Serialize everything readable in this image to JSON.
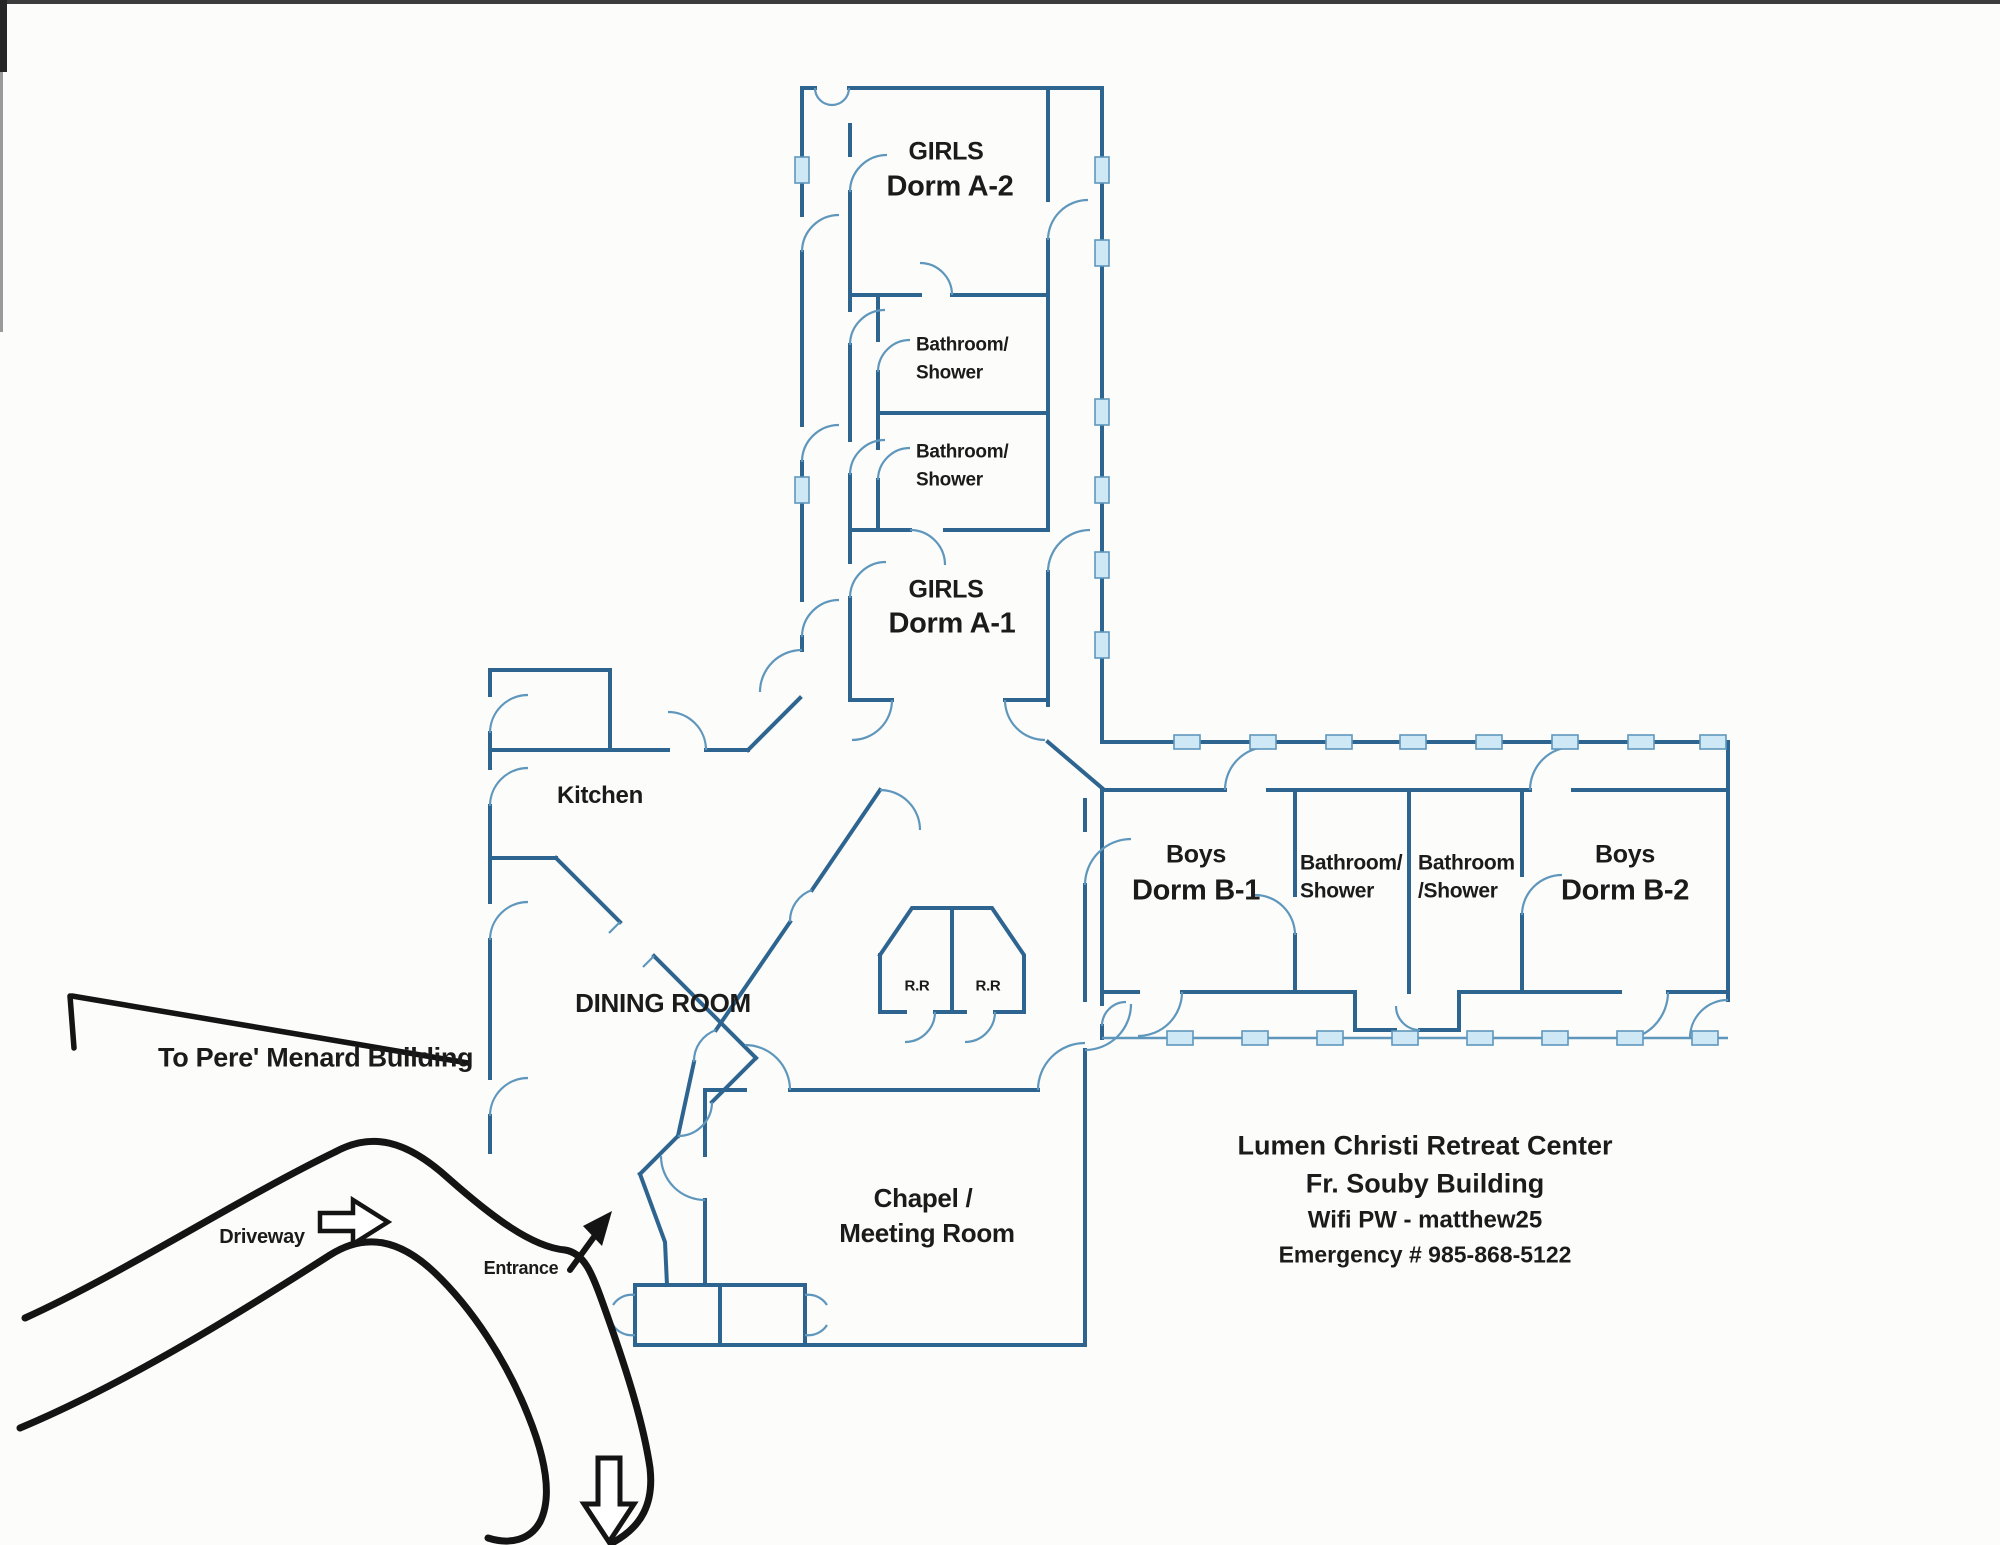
{
  "colors": {
    "wall": "#2e6590",
    "wall_light": "#5f97bc",
    "window_fill": "#cfe8f6",
    "ink": "#1b1b1b",
    "bg": "#fcfcfb"
  },
  "rooms": {
    "girls_dorm_a2": {
      "line1": "GIRLS",
      "line2": "Dorm A-2"
    },
    "girls_bathroom_upper": {
      "line1": "Bathroom/",
      "line2": "Shower"
    },
    "girls_bathroom_lower": {
      "line1": "Bathroom/",
      "line2": "Shower"
    },
    "girls_dorm_a1": {
      "line1": "GIRLS",
      "line2": "Dorm A-1"
    },
    "kitchen": {
      "label": "Kitchen"
    },
    "dining_room": {
      "label": "DINING ROOM"
    },
    "boys_dorm_b1": {
      "line1": "Boys",
      "line2": "Dorm B-1"
    },
    "boys_bathroom_left": {
      "line1": "Bathroom/",
      "line2": "Shower"
    },
    "boys_bathroom_right": {
      "line1": "Bathroom",
      "line2": "/Shower"
    },
    "boys_dorm_b2": {
      "line1": "Boys",
      "line2": "Dorm B-2"
    },
    "restroom_left": {
      "label": "R.R"
    },
    "restroom_right": {
      "label": "R.R"
    },
    "chapel": {
      "line1": "Chapel /",
      "line2": "Meeting Room"
    }
  },
  "annotations": {
    "to_pere_menard": "To Pere' Menard Building",
    "driveway": "Driveway",
    "entrance": "Entrance"
  },
  "info_block": {
    "line1": "Lumen Christi Retreat Center",
    "line2": "Fr. Souby Building",
    "line3": "Wifi PW - matthew25",
    "line4": "Emergency # 985-868-5122"
  }
}
